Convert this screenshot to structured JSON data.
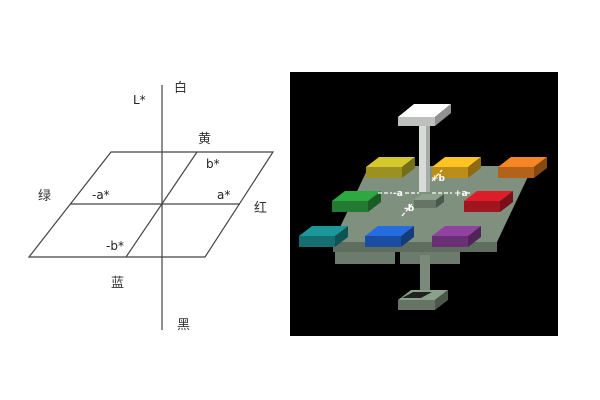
{
  "left_diagram": {
    "axis_label": "L*",
    "white": "白",
    "black": "黑",
    "yellow": "黄",
    "blue": "蓝",
    "green": "绿",
    "red": "红",
    "pos_b": "b*",
    "neg_b": "-b*",
    "pos_a": "a*",
    "neg_a": "-a*"
  },
  "right_diagram": {
    "labels": {
      "neg_a": "-a",
      "pos_a": "+a",
      "pos_b": "+b",
      "neg_b": "-b"
    },
    "colors": {
      "background": "#000000",
      "plate": "#7f917e",
      "white": "#eef0ee",
      "olive": "#c2b52a",
      "yellow": "#e9b21f",
      "orange": "#e07a22",
      "green": "#2a9a3c",
      "red": "#c91a26",
      "teal": "#1a8a8c",
      "blue": "#2262cc",
      "purple": "#843c92"
    }
  }
}
